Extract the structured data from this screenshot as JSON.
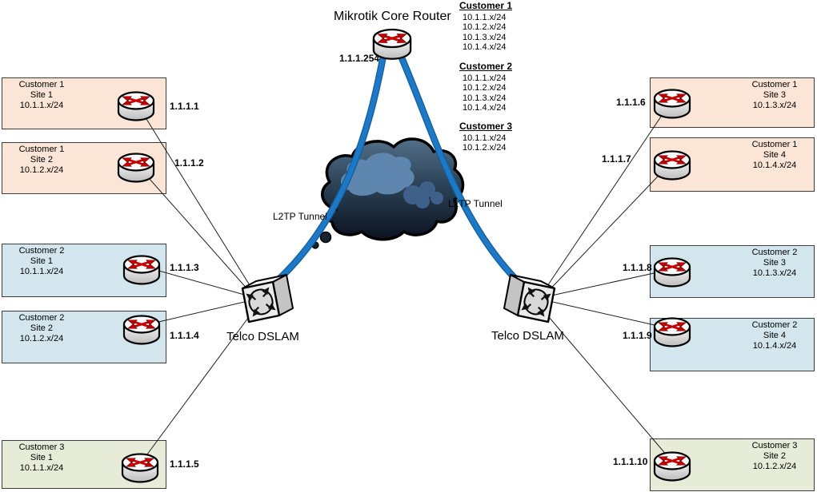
{
  "diagram": {
    "core_router": {
      "label": "Mikrotik Core Router",
      "ip": "1.1.1.254"
    },
    "tunnels": {
      "left": "L2TP Tunnel",
      "right": "L2TP Tunnel"
    },
    "dslams": {
      "left": "Telco DSLAM",
      "right": "Telco DSLAM"
    },
    "routing_tables": [
      {
        "heading": "Customer 1",
        "subnets": [
          "10.1.1.x/24",
          "10.1.2.x/24",
          "10.1.3.x/24",
          "10.1.4.x/24"
        ]
      },
      {
        "heading": "Customer 2",
        "subnets": [
          "10.1.1.x/24",
          "10.1.2.x/24",
          "10.1.3.x/24",
          "10.1.4.x/24"
        ]
      },
      {
        "heading": "Customer 3",
        "subnets": [
          "10.1.1.x/24",
          "10.1.2.x/24"
        ]
      }
    ],
    "sites": [
      {
        "customer": "Customer 1",
        "site": "Site 1",
        "subnet": "10.1.1.x/24",
        "ip": "1.1.1.1"
      },
      {
        "customer": "Customer 1",
        "site": "Site 2",
        "subnet": "10.1.2.x/24",
        "ip": "1.1.1.2"
      },
      {
        "customer": "Customer 2",
        "site": "Site 1",
        "subnet": "10.1.1.x/24",
        "ip": "1.1.1.3"
      },
      {
        "customer": "Customer 2",
        "site": "Site 2",
        "subnet": "10.1.2.x/24",
        "ip": "1.1.1.4"
      },
      {
        "customer": "Customer 3",
        "site": "Site 1",
        "subnet": "10.1.1.x/24",
        "ip": "1.1.1.5"
      },
      {
        "customer": "Customer 1",
        "site": "Site 3",
        "subnet": "10.1.3.x/24",
        "ip": "1.1.1.6"
      },
      {
        "customer": "Customer 1",
        "site": "Site 4",
        "subnet": "10.1.4.x/24",
        "ip": "1.1.1.7"
      },
      {
        "customer": "Customer 2",
        "site": "Site 3",
        "subnet": "10.1.3.x/24",
        "ip": "1.1.1.8"
      },
      {
        "customer": "Customer 2",
        "site": "Site 4",
        "subnet": "10.1.4.x/24",
        "ip": "1.1.1.9"
      },
      {
        "customer": "Customer 3",
        "site": "Site 2",
        "subnet": "10.1.2.x/24",
        "ip": "1.1.1.10"
      }
    ]
  },
  "colors": {
    "customer1_box": "#fbe5d6",
    "customer2_box": "#d3e6ee",
    "customer3_box": "#e7ecd9",
    "tunnel_blue": "#1d76c0",
    "router_arrow_red": "#c40000",
    "cloud_dark": "#0b1220",
    "cloud_light": "#5e86ae"
  }
}
